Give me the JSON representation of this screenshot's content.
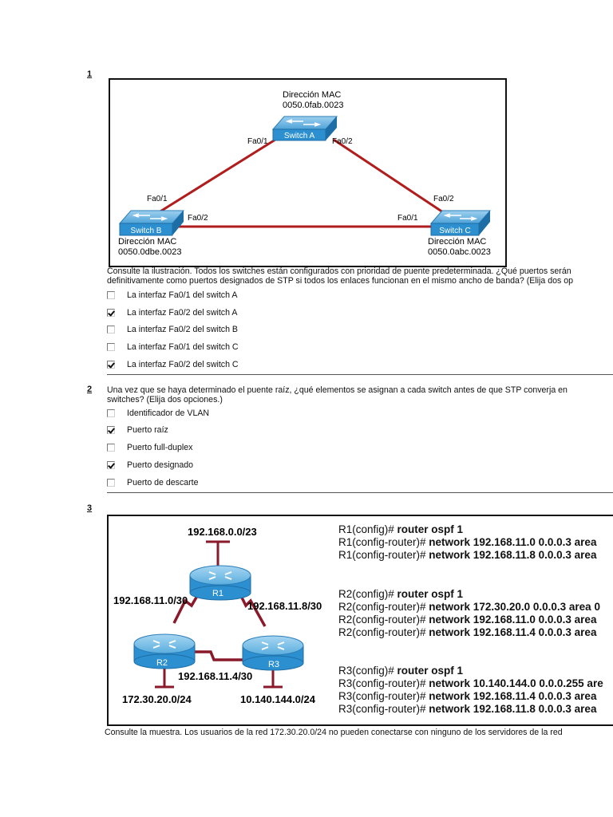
{
  "q1": {
    "number": "1",
    "diagram": {
      "mac_label": "Dirección MAC",
      "switch_a": {
        "name": "Switch A",
        "mac": "0050.0fab.0023",
        "port_left": "Fa0/1",
        "port_right": "Fa0/2"
      },
      "switch_b": {
        "name": "Switch B",
        "mac": "0050.0dbe.0023",
        "port_top": "Fa0/1",
        "port_right": "Fa0/2"
      },
      "switch_c": {
        "name": "Switch C",
        "mac": "0050.0abc.0023",
        "port_top": "Fa0/2",
        "port_left": "Fa0/1"
      }
    },
    "question_line1": "Consulte la ilustración. Todos los switches están configurados con prioridad de puente predeterminada. ¿Qué puertos serán",
    "question_line2": "definitivamente como puertos designados de STP si todos los enlaces funcionan en el mismo ancho de banda? (Elija dos op",
    "options": [
      {
        "label": "La interfaz Fa0/1 del switch A",
        "checked": false
      },
      {
        "label": "La interfaz Fa0/2 del switch A",
        "checked": true
      },
      {
        "label": "La interfaz Fa0/2 del switch B",
        "checked": false
      },
      {
        "label": "La interfaz Fa0/1 del switch C",
        "checked": false
      },
      {
        "label": "La interfaz Fa0/2 del switch C",
        "checked": true
      }
    ]
  },
  "q2": {
    "number": "2",
    "question_line1": "Una vez que se haya determinado el puente raíz, ¿qué elementos se asignan a cada switch antes de que STP converja en",
    "question_line2": "switches? (Elija dos opciones.)",
    "options": [
      {
        "label": "Identificador de VLAN",
        "checked": false
      },
      {
        "label": "Puerto raíz",
        "checked": true
      },
      {
        "label": "Puerto full-duplex",
        "checked": false
      },
      {
        "label": "Puerto designado",
        "checked": true
      },
      {
        "label": "Puerto de descarte",
        "checked": false
      }
    ]
  },
  "q3": {
    "number": "3",
    "diagram": {
      "net_top": "192.168.0.0/23",
      "net_r1r2": "192.168.11.0/30",
      "net_r1r3": "192.168.11.8/30",
      "net_r2r3": "192.168.11.4/30",
      "net_r2_lan": "172.30.20.0/24",
      "net_r3_lan": "10.140.144.0/24",
      "r1": "R1",
      "r2": "R2",
      "r3": "R3"
    },
    "config": [
      {
        "prompt": "R1(config)# ",
        "cmd": "router ospf 1"
      },
      {
        "prompt": "R1(config-router)# ",
        "cmd": "network 192.168.11.0 0.0.0.3 area"
      },
      {
        "prompt": "R1(config-router)# ",
        "cmd": "network 192.168.11.8 0.0.0.3 area"
      },
      {
        "prompt": "R2(config)# ",
        "cmd": "router ospf 1"
      },
      {
        "prompt": "R2(config-router)# ",
        "cmd": "network 172.30.20.0 0.0.0.3 area 0"
      },
      {
        "prompt": "R2(config-router)# ",
        "cmd": "network 192.168.11.0 0.0.0.3 area"
      },
      {
        "prompt": "R2(config-router)# ",
        "cmd": "network 192.168.11.4 0.0.0.3 area"
      },
      {
        "prompt": "R3(config)# ",
        "cmd": "router ospf 1"
      },
      {
        "prompt": "R3(config-router)# ",
        "cmd": "network 10.140.144.0 0.0.0.255 are"
      },
      {
        "prompt": "R3(config-router)# ",
        "cmd": "network 192.168.11.4 0.0.0.3 area"
      },
      {
        "prompt": "R3(config-router)# ",
        "cmd": "network 192.168.11.8 0.0.0.3 area"
      }
    ],
    "question_line1": "Consulte la muestra. Los usuarios de la red 172.30.20.0/24 no pueden conectarse con ninguno de los servidores de la red"
  }
}
